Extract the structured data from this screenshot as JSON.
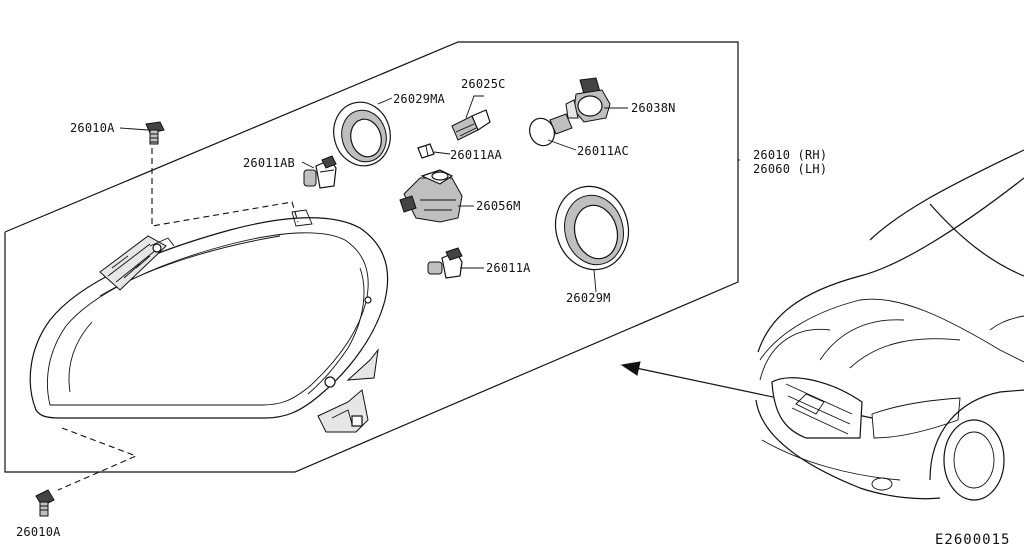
{
  "diagram": {
    "code": "E2600015",
    "parts": {
      "bolt_top": "26010A",
      "bolt_bottom": "26010A",
      "bulb_low_beam": "26011AB",
      "seal_small": "26029MA",
      "bulb_clearance": "26011AA",
      "socket_bulb": "26025C",
      "socket": "26038N",
      "bulb_turn": "26011AC",
      "assembly_rh": "26010 (RH)",
      "assembly_lh": "26060 (LH)",
      "leveling_motor": "26056M",
      "bulb_high_beam": "26011A",
      "seal_large": "26029M"
    }
  }
}
